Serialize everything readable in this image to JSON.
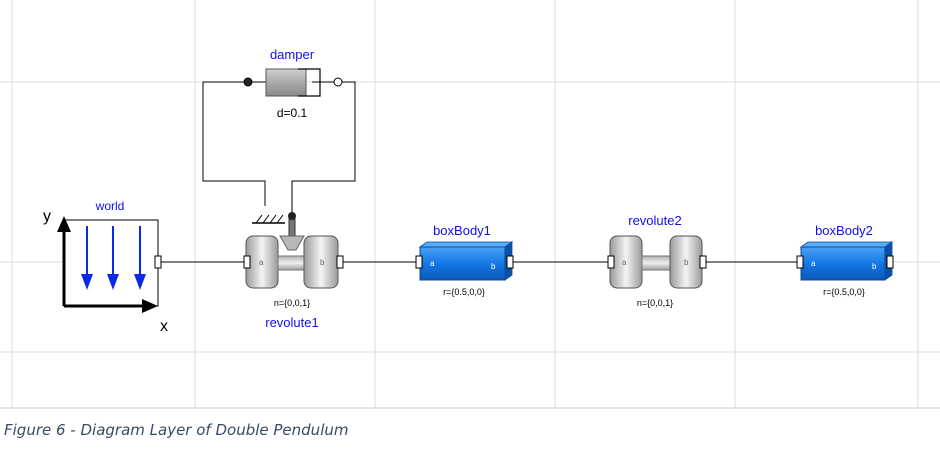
{
  "components": {
    "world": {
      "label": "world",
      "y_axis": "y",
      "x_axis": "x"
    },
    "damper": {
      "label": "damper",
      "param": "d=0.1"
    },
    "revolute1": {
      "label": "revolute1",
      "param": "n={0,0,1}",
      "port_a": "a",
      "port_b": "b"
    },
    "boxBody1": {
      "label": "boxBody1",
      "param": "r={0.5,0,0}",
      "port_a": "a",
      "port_b": "b"
    },
    "revolute2": {
      "label": "revolute2",
      "param": "n={0,0,1}",
      "port_a": "a",
      "port_b": "b"
    },
    "boxBody2": {
      "label": "boxBody2",
      "param": "r={0.5,0,0}",
      "port_a": "a",
      "port_b": "b"
    }
  },
  "caption": "Figure 6 - Diagram Layer of Double Pendulum",
  "colors": {
    "label_blue": "#1010ee",
    "box_blue": "#1478e6",
    "arrow_blue": "#0a28e6",
    "grid": "#dcdcdc",
    "caption": "#3a4a66"
  }
}
